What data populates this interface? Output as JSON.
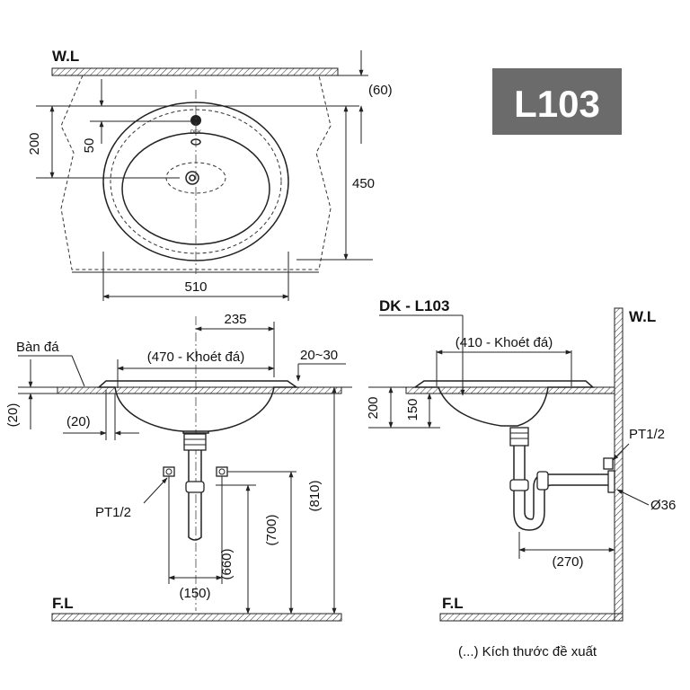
{
  "model_badge": "L103",
  "top_view": {
    "wall_level": "W.L",
    "dim_top_offset": "(60)",
    "dim_height_200": "200",
    "dim_height_50": "50",
    "dim_depth_450": "450",
    "dim_width_510": "510",
    "logo_text": "DEK"
  },
  "front_view": {
    "dim_235": "235",
    "dim_cutout": "(470 - Khoét đá)",
    "dim_20_30": "20~30",
    "stone_label": "Bàn đá",
    "dim_20_vertical": "(20)",
    "dim_20_horizontal": "(20)",
    "thread_label": "PT1/2",
    "dim_810": "(810)",
    "dim_700": "(700)",
    "dim_660": "(660)",
    "dim_150": "(150)",
    "floor_level": "F.L"
  },
  "side_view": {
    "model_title": "DK - L103",
    "wall_level": "W.L",
    "dim_cutout": "(410 - Khoét đá)",
    "dim_200": "200",
    "dim_150": "150",
    "thread_label": "PT1/2",
    "dim_diameter": "Ø36",
    "dim_270": "(270)",
    "floor_level": "F.L"
  },
  "footnote": "(...) Kích thước đề xuất"
}
